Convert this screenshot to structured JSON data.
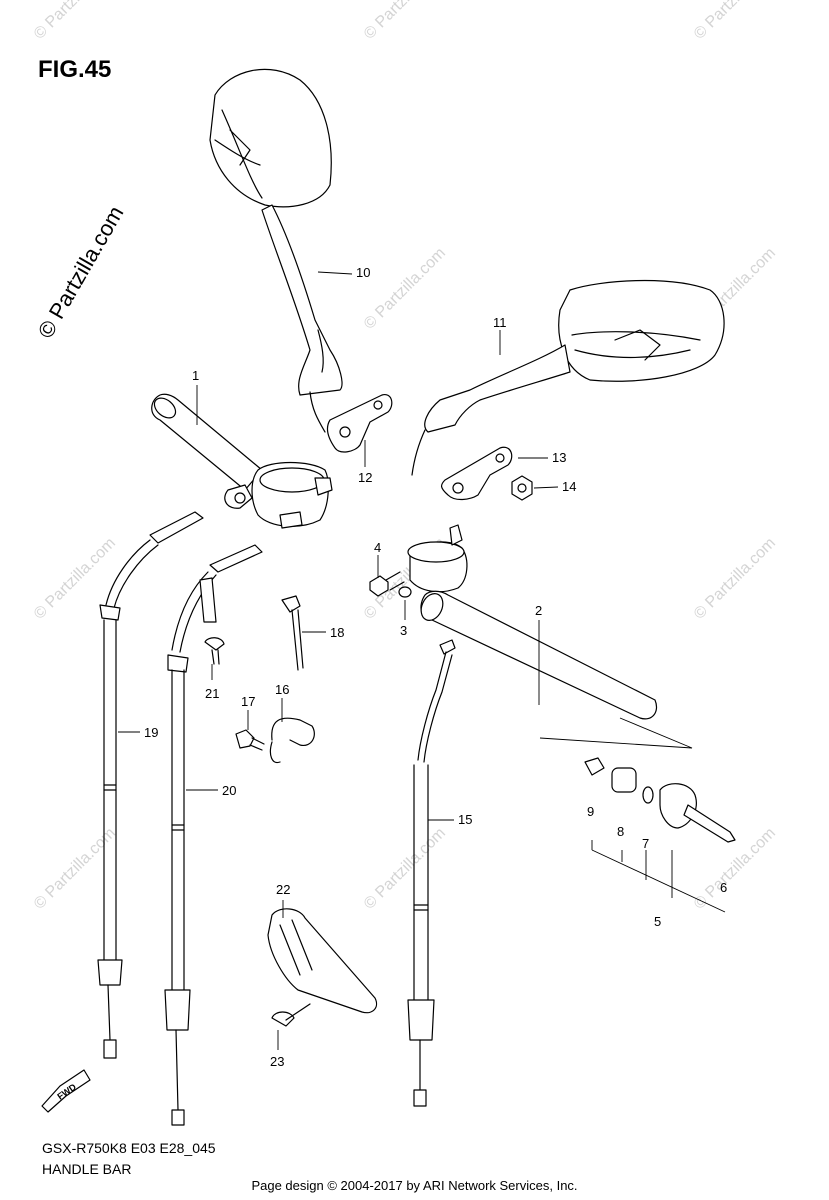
{
  "figure": {
    "title": "FIG.45"
  },
  "copyright_watermark": "© Partzilla.com",
  "faint_watermark": "© Partzilla.com",
  "parts": [
    {
      "number": "1"
    },
    {
      "number": "2"
    },
    {
      "number": "3"
    },
    {
      "number": "4"
    },
    {
      "number": "5"
    },
    {
      "number": "6"
    },
    {
      "number": "7"
    },
    {
      "number": "8"
    },
    {
      "number": "9"
    },
    {
      "number": "10"
    },
    {
      "number": "11"
    },
    {
      "number": "12"
    },
    {
      "number": "13"
    },
    {
      "number": "14"
    },
    {
      "number": "15"
    },
    {
      "number": "16"
    },
    {
      "number": "17"
    },
    {
      "number": "18"
    },
    {
      "number": "19"
    },
    {
      "number": "20"
    },
    {
      "number": "21"
    },
    {
      "number": "22"
    },
    {
      "number": "23"
    }
  ],
  "fwd_label": "FWD",
  "model_code": "GSX-R750K8 E03 E28_045",
  "part_name": "HANDLE BAR",
  "footer": "Page design © 2004-2017 by ARI Network Services, Inc."
}
